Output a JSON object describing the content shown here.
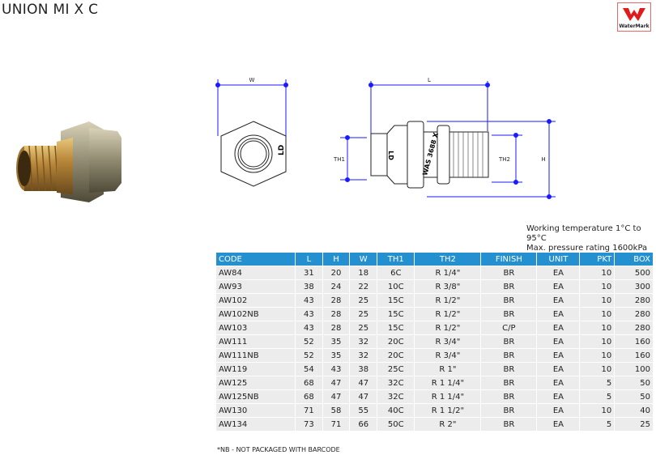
{
  "title": "UNION MI X C",
  "logo_text": "WaterMark",
  "drawing": {
    "w": "W",
    "l": "L",
    "h": "H",
    "th1": "TH1",
    "th2": "TH2",
    "mark_front": "LD",
    "mark_side": "WAS 3688 X"
  },
  "notes": [
    "Working temperature 1°C to 95°C",
    "Max. pressure rating 1600kPa"
  ],
  "table": {
    "headers": [
      "CODE",
      "L",
      "H",
      "W",
      "TH1",
      "TH2",
      "FINISH",
      "UNIT",
      "PKT",
      "BOX"
    ],
    "rows": [
      [
        "AW84",
        "31",
        "20",
        "18",
        "6C",
        "R 1/4\"",
        "BR",
        "EA",
        "10",
        "500"
      ],
      [
        "AW93",
        "38",
        "24",
        "22",
        "10C",
        "R 3/8\"",
        "BR",
        "EA",
        "10",
        "300"
      ],
      [
        "AW102",
        "43",
        "28",
        "25",
        "15C",
        "R 1/2\"",
        "BR",
        "EA",
        "10",
        "280"
      ],
      [
        "AW102NB",
        "43",
        "28",
        "25",
        "15C",
        "R 1/2\"",
        "BR",
        "EA",
        "10",
        "280"
      ],
      [
        "AW103",
        "43",
        "28",
        "25",
        "15C",
        "R 1/2\"",
        "C/P",
        "EA",
        "10",
        "280"
      ],
      [
        "AW111",
        "52",
        "35",
        "32",
        "20C",
        "R 3/4\"",
        "BR",
        "EA",
        "10",
        "160"
      ],
      [
        "AW111NB",
        "52",
        "35",
        "32",
        "20C",
        "R 3/4\"",
        "BR",
        "EA",
        "10",
        "160"
      ],
      [
        "AW119",
        "54",
        "43",
        "38",
        "25C",
        "R 1\"",
        "BR",
        "EA",
        "10",
        "100"
      ],
      [
        "AW125",
        "68",
        "47",
        "47",
        "32C",
        "R 1 1/4\"",
        "BR",
        "EA",
        "5",
        "50"
      ],
      [
        "AW125NB",
        "68",
        "47",
        "47",
        "32C",
        "R 1 1/4\"",
        "BR",
        "EA",
        "5",
        "50"
      ],
      [
        "AW130",
        "71",
        "58",
        "55",
        "40C",
        "R 1 1/2\"",
        "BR",
        "EA",
        "10",
        "40"
      ],
      [
        "AW134",
        "73",
        "71",
        "66",
        "50C",
        "R 2\"",
        "BR",
        "EA",
        "5",
        "25"
      ]
    ]
  },
  "footnote": "*NB - NOT PACKAGED WITH BARCODE"
}
